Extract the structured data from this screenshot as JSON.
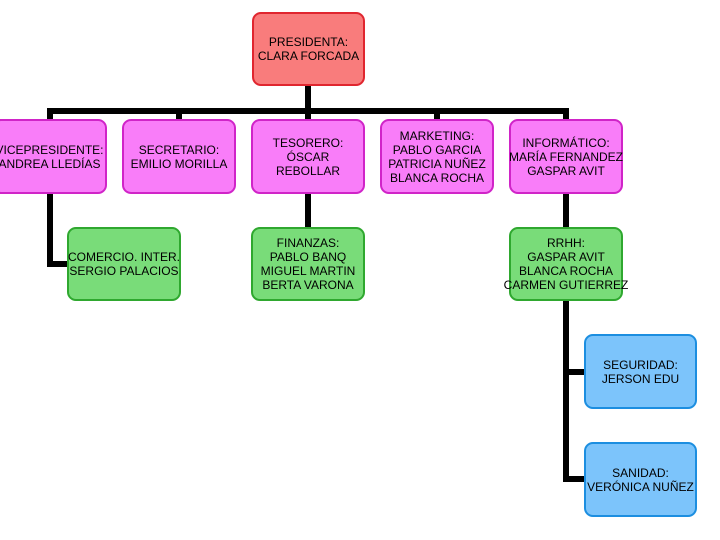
{
  "colors": {
    "top": "#f97c7c",
    "level1": "#f97df9",
    "level2": "#79dc79",
    "level3": "#7cc4fb",
    "connector": "#000000"
  },
  "nodes": {
    "presidenta": [
      "PRESIDENTA:",
      "CLARA FORCADA"
    ],
    "vicepresidente": [
      "VICEPRESIDENTE:",
      "ANDREA LLEDÍAS"
    ],
    "secretario": [
      "SECRETARIO:",
      "EMILIO MORILLA"
    ],
    "tesorero": [
      "TESORERO:",
      "ÓSCAR",
      "REBOLLAR"
    ],
    "marketing": [
      "MARKETING:",
      "PABLO GARCIA",
      "PATRICIA NUÑEZ",
      "BLANCA ROCHA"
    ],
    "informatico": [
      "INFORMÁTICO:",
      "MARÍA FERNANDEZ",
      "GASPAR AVIT"
    ],
    "comercio": [
      "COMERCIO. INTER.",
      "SERGIO PALACIOS"
    ],
    "finanzas": [
      "FINANZAS:",
      "PABLO BANQ",
      "MIGUEL MARTIN",
      "BERTA VARONA"
    ],
    "rrhh": [
      "RRHH:",
      "GASPAR AVIT",
      "BLANCA ROCHA",
      "CARMEN GUTIERREZ"
    ],
    "seguridad": [
      "SEGURIDAD:",
      "JERSON EDU"
    ],
    "sanidad": [
      "SANIDAD:",
      "VERÓNICA NUÑEZ"
    ]
  }
}
